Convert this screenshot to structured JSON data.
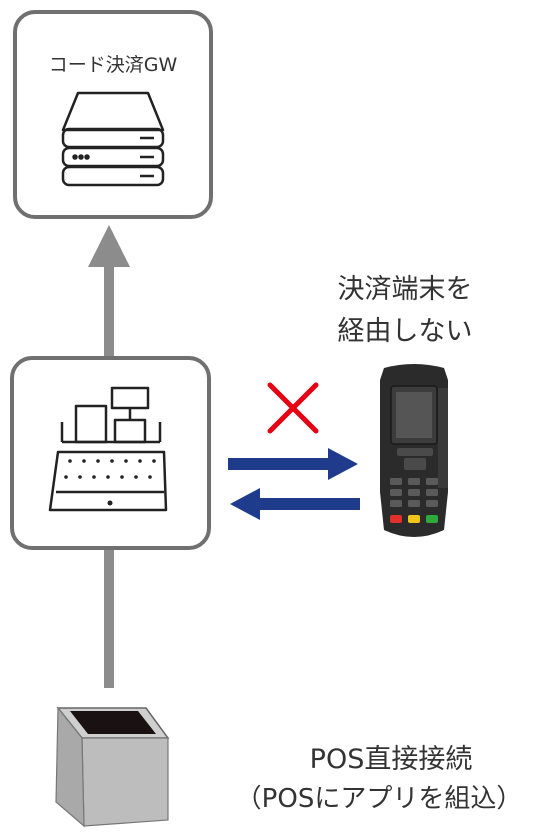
{
  "gateway": {
    "label": "コード決済GW"
  },
  "terminal_note": {
    "line1": "決済端末を",
    "line2": "経由しない"
  },
  "bottom_caption": {
    "line1": "POS直接接続",
    "line2": "（POSにアプリを組込）"
  },
  "colors": {
    "box_border": "#707070",
    "flow_arrow": "#8c8c8c",
    "exchange_arrow": "#1f3c8c",
    "cross": "#e60012",
    "terminal_body": "#2b2b2b"
  },
  "icons": {
    "gateway": "server-stack-icon",
    "pos": "pos-register-icon",
    "terminal": "payment-terminal-icon",
    "scanner": "barcode-scanner-icon",
    "cross": "cross-mark-icon"
  }
}
